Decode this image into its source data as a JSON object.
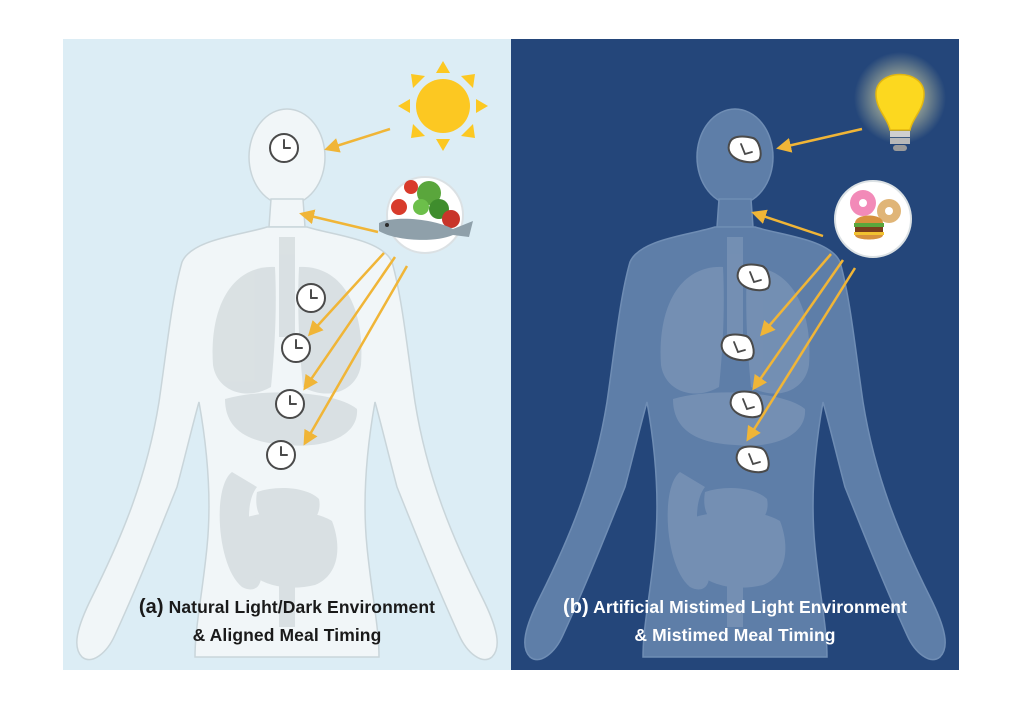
{
  "panels": [
    {
      "label": "(a)",
      "line1": "Natural Light/Dark Environment",
      "line2": "& Aligned Meal Timing",
      "background": "#dcedf5",
      "light_source_icon": "sun-icon",
      "meal_icon": "healthy-meal-plate-icon",
      "organ_marker_icon": "clock-icon",
      "arrow_color": "#f0b537"
    },
    {
      "label": "(b)",
      "line1": "Artificial Mistimed Light Environment",
      "line2": "& Mistimed Meal Timing",
      "background": "#24467a",
      "light_source_icon": "light-bulb-icon",
      "meal_icon": "fast-food-plate-icon",
      "organ_marker_icon": "distorted-clock-icon",
      "arrow_color": "#f0b537"
    }
  ]
}
